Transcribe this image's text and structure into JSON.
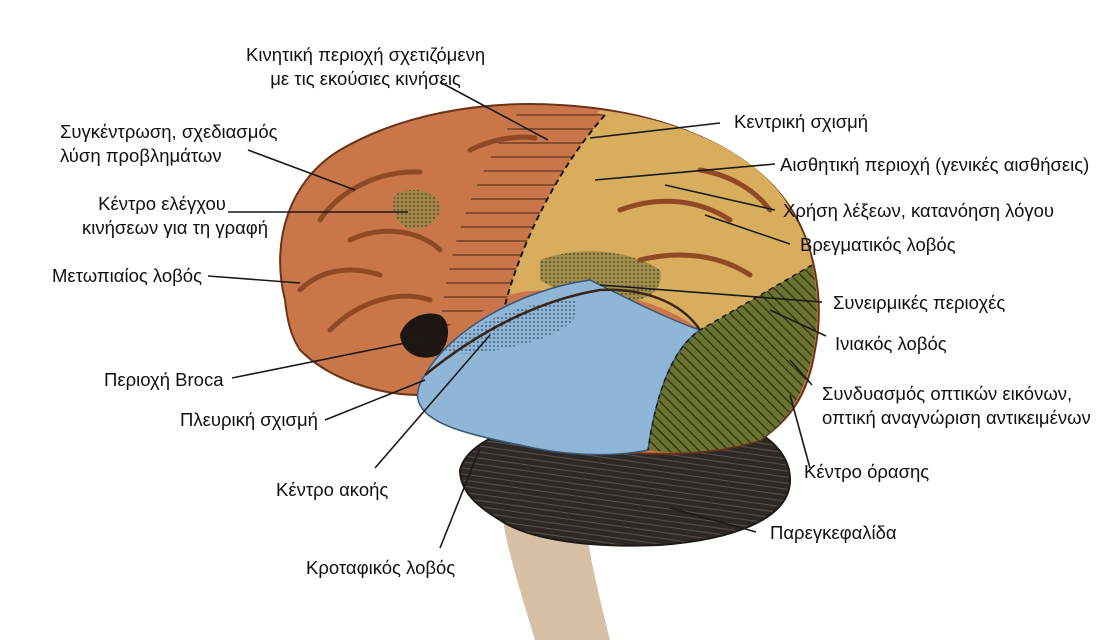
{
  "labels": {
    "motor_area": {
      "line1": "Κινητική περιοχή σχετιζόμενη",
      "line2": "με τις εκούσιες κινήσεις"
    },
    "concentration": {
      "line1": "Συγκέντρωση, σχεδιασμός",
      "line2": "λύση προβλημάτων"
    },
    "writing_center": {
      "line1": "Κέντρο ελέγχου",
      "line2": "κινήσεων για τη γραφή"
    },
    "frontal_lobe": "Μετωπιαίος λοβός",
    "broca": "Περιοχή Broca",
    "lateral_sulcus": "Πλευρική σχισμή",
    "hearing_center": "Κέντρο ακοής",
    "temporal_lobe": "Κροταφικός λοβός",
    "central_sulcus": "Κεντρική σχισμή",
    "sensory_area": "Αισθητική περιοχή (γενικές αισθήσεις)",
    "word_use": "Χρήση λέξεων, κατανόηση λόγου",
    "parietal_lobe": "Βρεγματικός λοβός",
    "association_areas": "Συνειρμικές περιοχές",
    "occipital_lobe": "Ινιακός λοβός",
    "visual_association": {
      "line1": "Συνδυασμός οπτικών εικόνων,",
      "line2": "οπτική αναγνώριση αντικειμένων"
    },
    "vision_center": "Κέντρο όρασης",
    "cerebellum": "Παρεγκεφαλίδα"
  },
  "colors": {
    "frontal": "#c9774a",
    "frontal_dark": "#8f4a25",
    "parietal": "#d9ad5e",
    "temporal": "#8fb6d6",
    "occipital": "#5f6a2a",
    "cerebellum": "#2f2926",
    "stem": "#d7c0a5",
    "broca": "#1e1612",
    "line": "#1a1a1a"
  }
}
